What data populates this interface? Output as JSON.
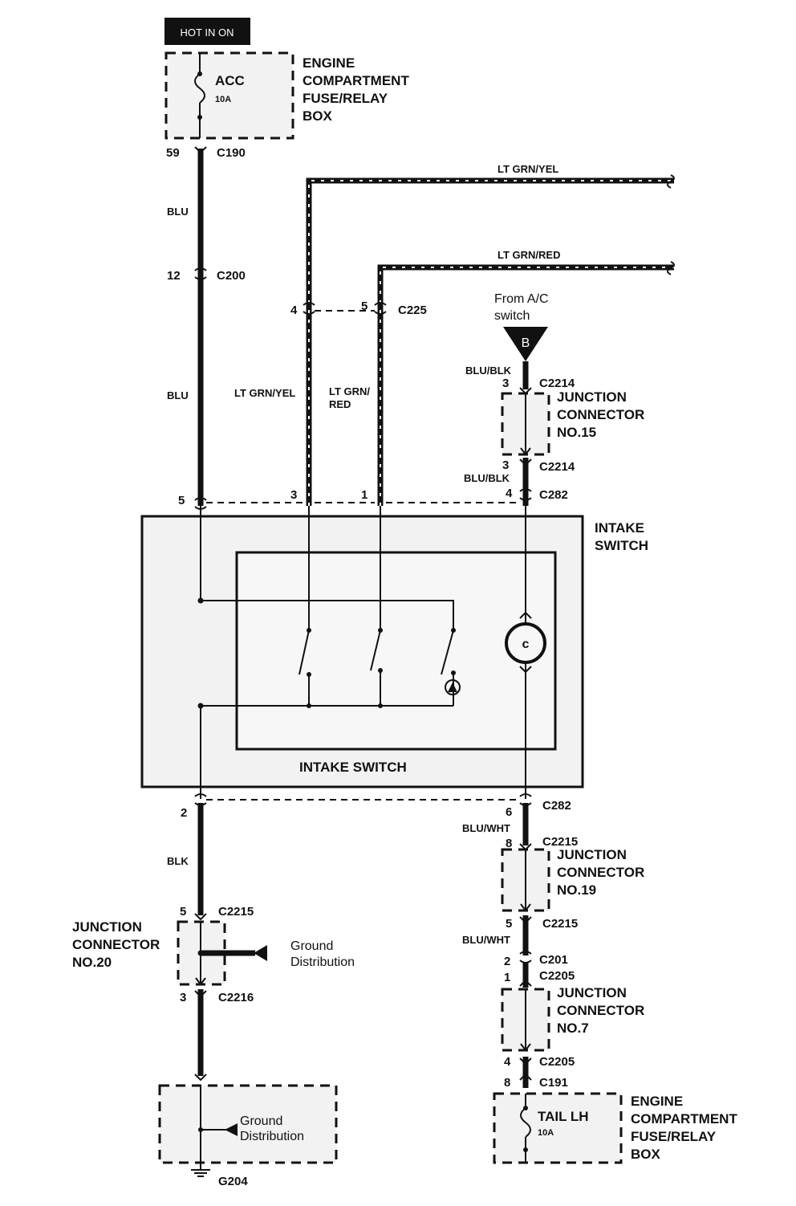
{
  "hot_label": "HOT IN ON",
  "top_fuse_box": {
    "fuse_name": "ACC",
    "fuse_rating": "10A",
    "box_label": [
      "ENGINE",
      "COMPARTMENT",
      "FUSE/RELAY",
      "BOX"
    ]
  },
  "bottom_fuse_box": {
    "fuse_name": "TAIL LH",
    "fuse_rating": "10A",
    "box_label": [
      "ENGINE",
      "COMPARTMENT",
      "FUSE/RELAY",
      "BOX"
    ]
  },
  "wires": {
    "blu": "BLU",
    "ltgrn_yel": "LT GRN/YEL",
    "ltgrn_red": "LT GRN/RED",
    "ltgrn_red_split": [
      "LT GRN/",
      "RED"
    ],
    "blu_blk": "BLU/BLK",
    "blu_wht": "BLU/WHT",
    "blk": "BLK"
  },
  "connectors": {
    "c190": "C190",
    "c200": "C200",
    "c225": "C225",
    "c282": "C282",
    "c2214": "C2214",
    "c2215": "C2215",
    "c2216": "C2216",
    "c201": "C201",
    "c2205": "C2205",
    "c191": "C191",
    "g204": "G204"
  },
  "pins": {
    "p59": "59",
    "p12": "12",
    "p4": "4",
    "p5": "5",
    "p3": "3",
    "p1": "1",
    "p2": "2",
    "p6": "6",
    "p8": "8"
  },
  "from_ac": [
    "From A/C",
    "switch"
  ],
  "ac_marker": "B",
  "junction_15": [
    "JUNCTION",
    "CONNECTOR",
    "NO.15"
  ],
  "junction_19": [
    "JUNCTION",
    "CONNECTOR",
    "NO.19"
  ],
  "junction_7": [
    "JUNCTION",
    "CONNECTOR",
    "NO.7"
  ],
  "junction_20": [
    "JUNCTION",
    "CONNECTOR",
    "NO.20"
  ],
  "intake_switch_label": [
    "INTAKE",
    "SWITCH"
  ],
  "intake_switch_inner": "INTAKE SWITCH",
  "ground_distribution": [
    "Ground",
    "Distribution"
  ]
}
